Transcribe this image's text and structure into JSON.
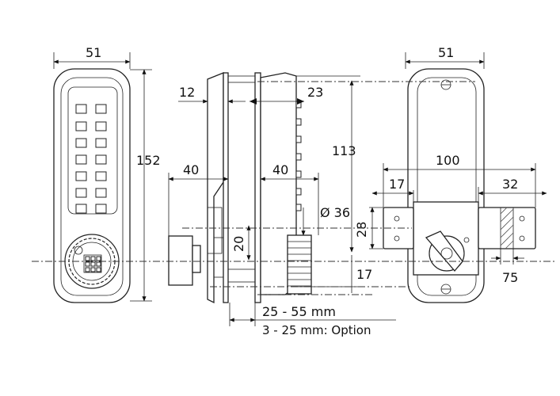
{
  "dimensions": {
    "front_width": "51",
    "front_height": "152",
    "side_top_left": "12",
    "side_top_right": "23",
    "side_left_depth": "40",
    "side_right_depth": "40",
    "side_height": "113",
    "knob_diameter": "Ø 36",
    "knob_offset": "20",
    "back_width": "51",
    "bolt_span": "100",
    "back_left_offset": "17",
    "strike_width": "32",
    "cam_height": "28",
    "bottom_offset": "17",
    "strike_thickness": "75"
  },
  "notes": {
    "door_thickness": "25 - 55 mm",
    "option": "3 - 25 mm: Option"
  }
}
